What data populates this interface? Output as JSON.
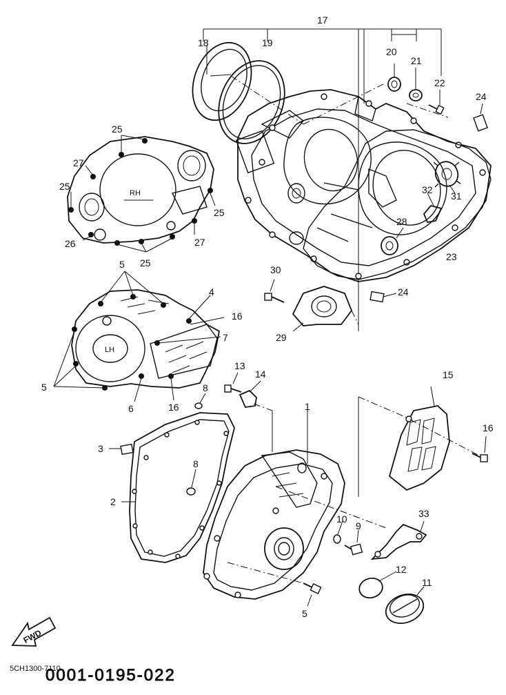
{
  "diagram": {
    "part_code": "5CH1300-7110",
    "watermark": "0001-0195-022",
    "fwd_label": "FWD",
    "rh_label": "RH",
    "lh_label": "LH",
    "callouts": {
      "c1": "1",
      "c2": "2",
      "c3": "3",
      "c4": "4",
      "c5a": "5",
      "c5b": "5",
      "c5c": "5",
      "c6": "6",
      "c7": "7",
      "c8a": "8",
      "c8b": "8",
      "c9": "9",
      "c10": "10",
      "c11": "11",
      "c12": "12",
      "c13": "13",
      "c14": "14",
      "c15": "15",
      "c16a": "16",
      "c16b": "16",
      "c16c": "16",
      "c17": "17",
      "c18": "18",
      "c19": "19",
      "c20": "20",
      "c21": "21",
      "c22": "22",
      "c23": "23",
      "c24a": "24",
      "c24b": "24",
      "c25a": "25",
      "c25b": "25",
      "c25c": "25",
      "c25d": "25",
      "c26": "26",
      "c27a": "27",
      "c27b": "27",
      "c28": "28",
      "c29": "29",
      "c30": "30",
      "c31": "31",
      "c32": "32",
      "c33": "33"
    }
  }
}
